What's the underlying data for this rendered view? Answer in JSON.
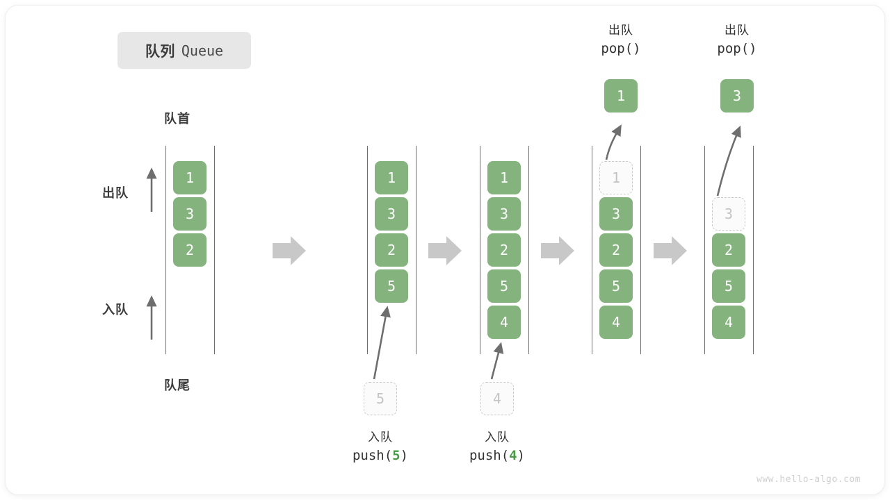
{
  "title": {
    "cn": "队列",
    "en": "Queue"
  },
  "labels": {
    "head": "队首",
    "tail": "队尾",
    "dequeue_side": "出队",
    "enqueue_side": "入队"
  },
  "watermark": "www.hello-algo.com",
  "colors": {
    "element_fill": "#84b37e",
    "element_text": "#ffffff",
    "ghost_border": "#c9c9c9",
    "ghost_text": "#c3c3c3",
    "rail": "#6e6e6e",
    "arrow_gray": "#c8c8c8",
    "accent_number": "#479b45",
    "badge_bg": "#e7e7e7"
  },
  "stages": [
    {
      "name": "initial",
      "slots": [
        {
          "value": "1",
          "state": "filled"
        },
        {
          "value": "3",
          "state": "filled"
        },
        {
          "value": "2",
          "state": "filled"
        }
      ]
    },
    {
      "name": "after-push-5",
      "slots": [
        {
          "value": "1",
          "state": "filled"
        },
        {
          "value": "3",
          "state": "filled"
        },
        {
          "value": "2",
          "state": "filled"
        },
        {
          "value": "5",
          "state": "filled"
        }
      ],
      "pending": {
        "value": "5",
        "state": "ghost"
      },
      "caption": {
        "cn": "入队",
        "code_prefix": "push(",
        "code_num": "5",
        "code_suffix": ")"
      }
    },
    {
      "name": "after-push-4",
      "slots": [
        {
          "value": "1",
          "state": "filled"
        },
        {
          "value": "3",
          "state": "filled"
        },
        {
          "value": "2",
          "state": "filled"
        },
        {
          "value": "5",
          "state": "filled"
        },
        {
          "value": "4",
          "state": "filled"
        }
      ],
      "pending": {
        "value": "4",
        "state": "ghost"
      },
      "caption": {
        "cn": "入队",
        "code_prefix": "push(",
        "code_num": "4",
        "code_suffix": ")"
      }
    },
    {
      "name": "after-pop-1",
      "slots": [
        {
          "value": "1",
          "state": "ghost"
        },
        {
          "value": "3",
          "state": "filled"
        },
        {
          "value": "2",
          "state": "filled"
        },
        {
          "value": "5",
          "state": "filled"
        },
        {
          "value": "4",
          "state": "filled"
        }
      ],
      "popped": {
        "value": "1",
        "state": "filled"
      },
      "caption": {
        "cn": "出队",
        "code_prefix": "pop(",
        "code_num": "",
        "code_suffix": ")"
      }
    },
    {
      "name": "after-pop-3",
      "slots": [
        {
          "value": "",
          "state": "empty"
        },
        {
          "value": "3",
          "state": "ghost"
        },
        {
          "value": "2",
          "state": "filled"
        },
        {
          "value": "5",
          "state": "filled"
        },
        {
          "value": "4",
          "state": "filled"
        }
      ],
      "popped": {
        "value": "3",
        "state": "filled"
      },
      "caption": {
        "cn": "出队",
        "code_prefix": "pop(",
        "code_num": "",
        "code_suffix": ")"
      }
    }
  ]
}
